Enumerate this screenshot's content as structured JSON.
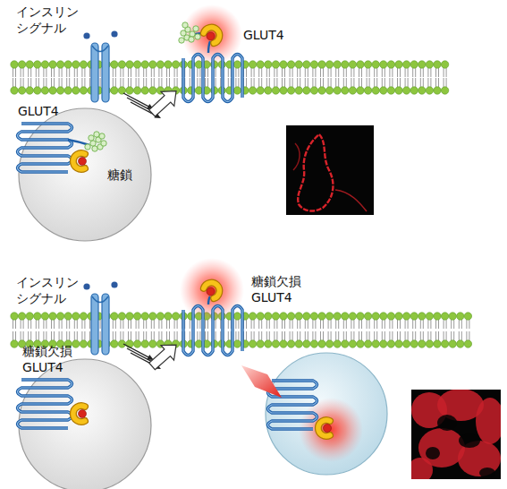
{
  "diagram": {
    "nodes": [
      {
        "text": [
          "GLUT4",
          "糖鎖"
        ]
      },
      {
        "text": [
          "GLUT4"
        ]
      },
      {
        "text": [
          "糖鎖欠損 GLUT4"
        ]
      },
      {
        "text": [
          "糖鎖欠損 GLUT4"
        ]
      }
    ],
    "edges": [
      {
        "from": 0,
        "to": 1,
        "arrow": "to"
      },
      {
        "from": 2,
        "to": 3,
        "arrow": "to"
      }
    ],
    "labels": [
      "インスリン シグナル",
      "インスリン シグナル"
    ]
  }
}
